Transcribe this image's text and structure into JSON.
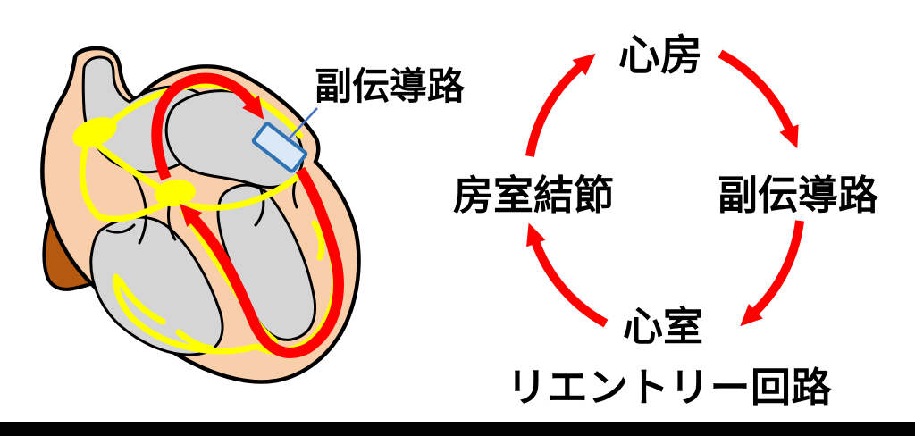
{
  "heart": {
    "label_accessory": "副伝導路"
  },
  "circuit": {
    "nodes": {
      "top": "心房",
      "right": "副伝導路",
      "bottom": "心室",
      "left": "房室結節"
    },
    "caption": "リエントリー回路"
  },
  "colors": {
    "red": "#ff0000",
    "yellow": "#ffff00",
    "heart_wall": "#f8cfaa",
    "chamber_gray": "#d5d5d5",
    "vessel_brown": "#b4590f",
    "pathway_fill": "#dbe8f6",
    "pathway_stroke": "#2e74b5",
    "pointer_line": "#4472c4",
    "text": "#000000",
    "bottom_bar": "#000000",
    "outline": "#000000",
    "background": "#ffffff"
  }
}
